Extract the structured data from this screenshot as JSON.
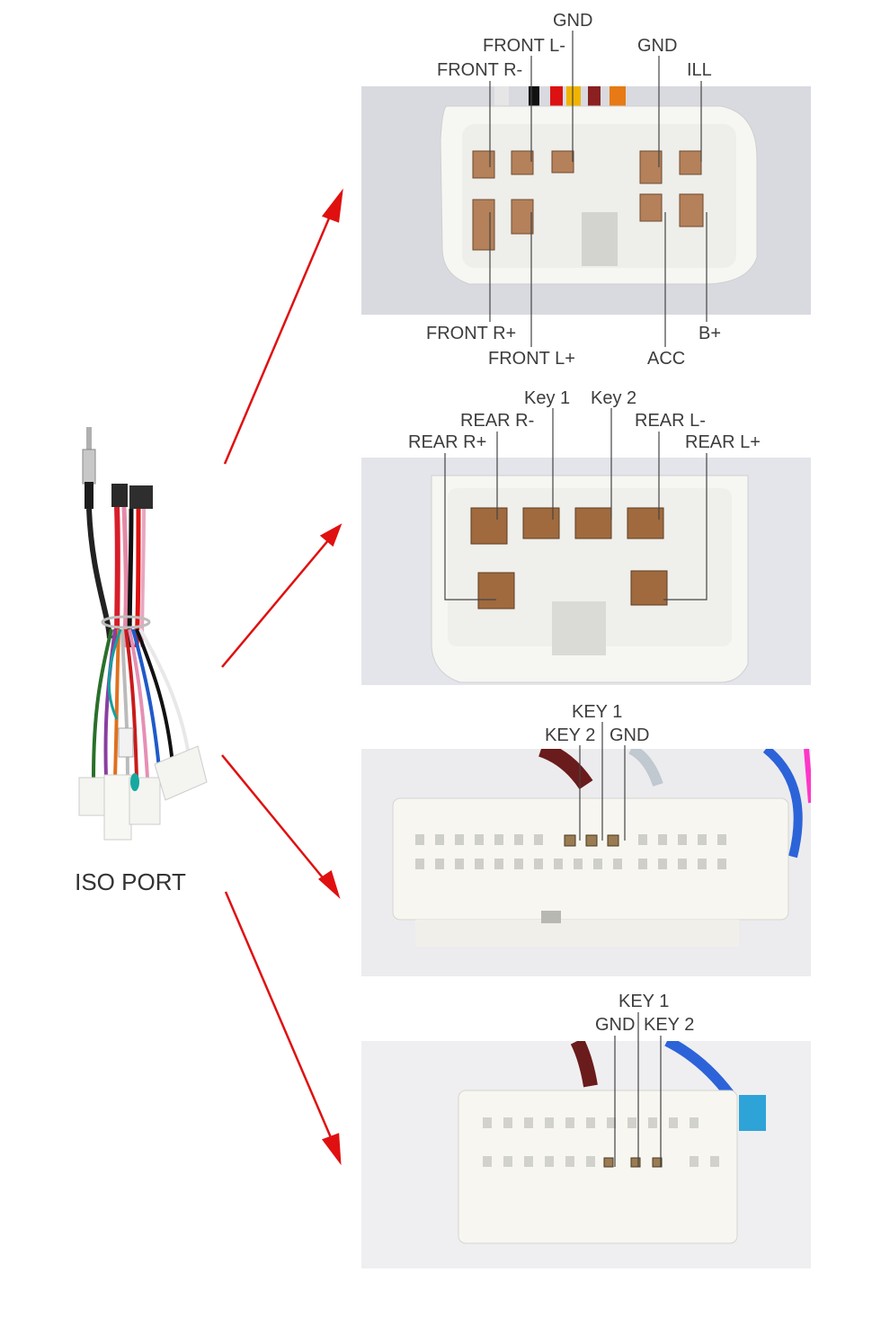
{
  "harness": {
    "label": "ISO PORT"
  },
  "connector1": {
    "labels": {
      "gnd_top": "GND",
      "front_l_minus": "FRONT L-",
      "gnd": "GND",
      "front_r_minus": "FRONT R-",
      "ill": "ILL",
      "front_r_plus": "FRONT R+",
      "b_plus": "B+",
      "front_l_plus": "FRONT L+",
      "acc": "ACC"
    }
  },
  "connector2": {
    "labels": {
      "key1": "Key 1",
      "key2": "Key 2",
      "rear_r_minus": "REAR R-",
      "rear_l_minus": "REAR L-",
      "rear_r_plus": "REAR R+",
      "rear_l_plus": "REAR L+"
    }
  },
  "connector3": {
    "labels": {
      "key1": "KEY 1",
      "key2": "KEY 2",
      "gnd": "GND"
    }
  },
  "connector4": {
    "labels": {
      "key1": "KEY 1",
      "gnd": "GND",
      "key2": "KEY 2"
    }
  },
  "colors": {
    "arrow": "#e01010",
    "leader": "#444444",
    "connector_body": "#f7f7f4",
    "pin": "#b5815a"
  }
}
